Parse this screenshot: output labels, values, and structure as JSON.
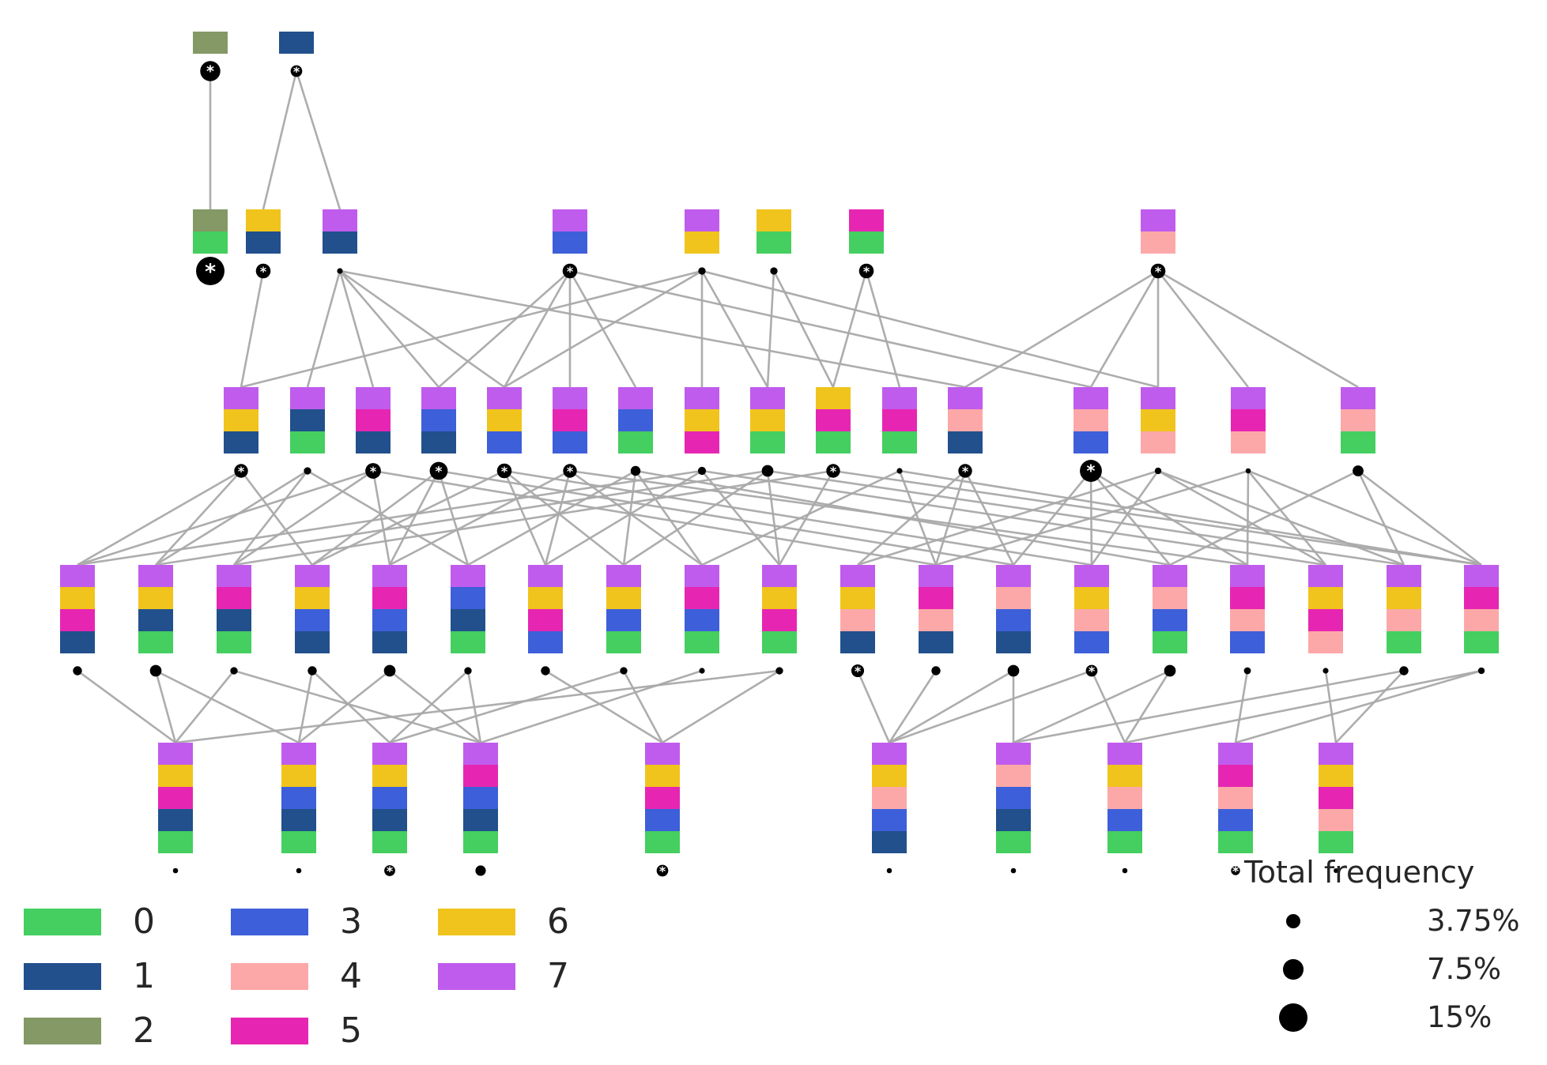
{
  "colors": {
    "0": "#44cf60",
    "1": "#21508c",
    "2": "#849966",
    "3": "#3d5fd9",
    "4": "#fda8a8",
    "5": "#e626b2",
    "6": "#f0c41c",
    "7": "#c05ced"
  },
  "edge_color": "#a9a9a9",
  "legend": {
    "items": [
      {
        "key": "0",
        "label": "0"
      },
      {
        "key": "1",
        "label": "1"
      },
      {
        "key": "2",
        "label": "2"
      },
      {
        "key": "3",
        "label": "3"
      },
      {
        "key": "4",
        "label": "4"
      },
      {
        "key": "5",
        "label": "5"
      },
      {
        "key": "6",
        "label": "6"
      },
      {
        "key": "7",
        "label": "7"
      }
    ]
  },
  "frequency_legend": {
    "title": "Total frequency",
    "entries": [
      {
        "label": "3.75%",
        "value": 3.75
      },
      {
        "label": "7.5%",
        "value": 7.5
      },
      {
        "label": "15%",
        "value": 15
      }
    ]
  },
  "star_symbol": "*",
  "levels": [
    [
      {
        "stack": [
          2
        ],
        "freq": 7.5,
        "star": true
      },
      {
        "stack": [
          1
        ],
        "freq": 2.5,
        "star": true
      }
    ],
    [
      {
        "stack": [
          2,
          0
        ],
        "freq": 15,
        "star": true
      },
      {
        "stack": [
          6,
          1
        ],
        "freq": 4,
        "star": true
      },
      {
        "stack": [
          7,
          1
        ],
        "freq": 0.6,
        "star": false
      },
      {
        "stack": [
          7,
          3
        ],
        "freq": 4,
        "star": true
      },
      {
        "stack": [
          7,
          6
        ],
        "freq": 1,
        "star": false
      },
      {
        "stack": [
          6,
          0
        ],
        "freq": 1,
        "star": false
      },
      {
        "stack": [
          5,
          0
        ],
        "freq": 4,
        "star": true
      },
      {
        "stack": [
          7,
          4
        ],
        "freq": 4,
        "star": true
      }
    ],
    [
      {
        "stack": [
          7,
          6,
          1
        ],
        "freq": 3.5,
        "star": true
      },
      {
        "stack": [
          7,
          1,
          0
        ],
        "freq": 1,
        "star": false
      },
      {
        "stack": [
          7,
          5,
          1
        ],
        "freq": 4.5,
        "star": true
      },
      {
        "stack": [
          7,
          3,
          1
        ],
        "freq": 6,
        "star": true
      },
      {
        "stack": [
          7,
          6,
          3
        ],
        "freq": 4,
        "star": true
      },
      {
        "stack": [
          7,
          5,
          3
        ],
        "freq": 3.5,
        "star": true
      },
      {
        "stack": [
          7,
          3,
          0
        ],
        "freq": 1.8,
        "star": false
      },
      {
        "stack": [
          7,
          6,
          5
        ],
        "freq": 1.2,
        "star": false
      },
      {
        "stack": [
          7,
          6,
          0
        ],
        "freq": 2.5,
        "star": false
      },
      {
        "stack": [
          6,
          5,
          0
        ],
        "freq": 3.5,
        "star": true
      },
      {
        "stack": [
          7,
          5,
          0
        ],
        "freq": 0.6,
        "star": false
      },
      {
        "stack": [
          7,
          4,
          1
        ],
        "freq": 3.5,
        "star": true
      },
      {
        "stack": [
          7,
          4,
          3
        ],
        "freq": 9,
        "star": true
      },
      {
        "stack": [
          7,
          6,
          4
        ],
        "freq": 0.8,
        "star": false
      },
      {
        "stack": [
          7,
          5,
          4
        ],
        "freq": 0.5,
        "star": false
      },
      {
        "stack": [
          7,
          4,
          0
        ],
        "freq": 2.2,
        "star": false
      }
    ],
    [
      {
        "stack": [
          7,
          6,
          5,
          1
        ],
        "freq": 1.5,
        "star": false
      },
      {
        "stack": [
          7,
          6,
          1,
          0
        ],
        "freq": 2.5,
        "star": false
      },
      {
        "stack": [
          7,
          5,
          1,
          0
        ],
        "freq": 1,
        "star": false
      },
      {
        "stack": [
          7,
          6,
          3,
          1
        ],
        "freq": 1.5,
        "star": false
      },
      {
        "stack": [
          7,
          5,
          3,
          1
        ],
        "freq": 2.5,
        "star": false
      },
      {
        "stack": [
          7,
          3,
          1,
          0
        ],
        "freq": 1,
        "star": false
      },
      {
        "stack": [
          7,
          6,
          5,
          3
        ],
        "freq": 1.5,
        "star": false
      },
      {
        "stack": [
          7,
          6,
          3,
          0
        ],
        "freq": 1,
        "star": false
      },
      {
        "stack": [
          7,
          5,
          3,
          0
        ],
        "freq": 0.6,
        "star": false
      },
      {
        "stack": [
          7,
          6,
          5,
          0
        ],
        "freq": 1,
        "star": false
      },
      {
        "stack": [
          7,
          6,
          4,
          1
        ],
        "freq": 3,
        "star": true
      },
      {
        "stack": [
          7,
          5,
          4,
          1
        ],
        "freq": 1.5,
        "star": false
      },
      {
        "stack": [
          7,
          4,
          3,
          1
        ],
        "freq": 2.5,
        "star": false
      },
      {
        "stack": [
          7,
          6,
          4,
          3
        ],
        "freq": 2.5,
        "star": true
      },
      {
        "stack": [
          7,
          4,
          3,
          0
        ],
        "freq": 2.5,
        "star": false
      },
      {
        "stack": [
          7,
          5,
          4,
          3
        ],
        "freq": 0.9,
        "star": false
      },
      {
        "stack": [
          7,
          6,
          5,
          4
        ],
        "freq": 0.6,
        "star": false
      },
      {
        "stack": [
          7,
          6,
          4,
          0
        ],
        "freq": 1.5,
        "star": false
      },
      {
        "stack": [
          7,
          5,
          4,
          0
        ],
        "freq": 0.8,
        "star": false
      }
    ],
    [
      {
        "stack": [
          7,
          6,
          5,
          1,
          0
        ],
        "freq": 0.5,
        "star": false
      },
      {
        "stack": [
          7,
          6,
          3,
          1,
          0
        ],
        "freq": 0.5,
        "star": false
      },
      {
        "stack": [
          7,
          6,
          3,
          1,
          0
        ],
        "freq": 2.2,
        "star": true
      },
      {
        "stack": [
          7,
          5,
          3,
          1,
          0
        ],
        "freq": 2,
        "star": false
      },
      {
        "stack": [
          7,
          6,
          5,
          3,
          0
        ],
        "freq": 2.5,
        "star": true
      },
      {
        "stack": [
          7,
          6,
          4,
          3,
          1
        ],
        "freq": 0.5,
        "star": false
      },
      {
        "stack": [
          7,
          4,
          3,
          1,
          0
        ],
        "freq": 0.5,
        "star": false
      },
      {
        "stack": [
          7,
          6,
          4,
          3,
          0
        ],
        "freq": 0.5,
        "star": false
      },
      {
        "stack": [
          7,
          5,
          4,
          3,
          0
        ],
        "freq": 1.5,
        "star": true
      },
      {
        "stack": [
          7,
          6,
          5,
          4,
          0
        ],
        "freq": 0.4,
        "star": false
      }
    ]
  ],
  "edges": [
    [
      [
        0,
        0
      ],
      [
        1,
        0
      ]
    ],
    [
      [
        0,
        1
      ],
      [
        1,
        1
      ]
    ],
    [
      [
        0,
        1
      ],
      [
        1,
        2
      ]
    ],
    [
      [
        1,
        1
      ],
      [
        2,
        0
      ]
    ],
    [
      [
        1,
        2
      ],
      [
        2,
        1
      ]
    ],
    [
      [
        1,
        2
      ],
      [
        2,
        2
      ]
    ],
    [
      [
        1,
        2
      ],
      [
        2,
        3
      ]
    ],
    [
      [
        1,
        2
      ],
      [
        2,
        4
      ]
    ],
    [
      [
        1,
        2
      ],
      [
        2,
        11
      ]
    ],
    [
      [
        1,
        3
      ],
      [
        2,
        3
      ]
    ],
    [
      [
        1,
        3
      ],
      [
        2,
        4
      ]
    ],
    [
      [
        1,
        3
      ],
      [
        2,
        5
      ]
    ],
    [
      [
        1,
        3
      ],
      [
        2,
        6
      ]
    ],
    [
      [
        1,
        3
      ],
      [
        2,
        12
      ]
    ],
    [
      [
        1,
        4
      ],
      [
        2,
        0
      ]
    ],
    [
      [
        1,
        4
      ],
      [
        2,
        4
      ]
    ],
    [
      [
        1,
        4
      ],
      [
        2,
        7
      ]
    ],
    [
      [
        1,
        4
      ],
      [
        2,
        8
      ]
    ],
    [
      [
        1,
        4
      ],
      [
        2,
        13
      ]
    ],
    [
      [
        1,
        5
      ],
      [
        2,
        8
      ]
    ],
    [
      [
        1,
        5
      ],
      [
        2,
        9
      ]
    ],
    [
      [
        1,
        6
      ],
      [
        2,
        9
      ]
    ],
    [
      [
        1,
        6
      ],
      [
        2,
        10
      ]
    ],
    [
      [
        1,
        7
      ],
      [
        2,
        11
      ]
    ],
    [
      [
        1,
        7
      ],
      [
        2,
        12
      ]
    ],
    [
      [
        1,
        7
      ],
      [
        2,
        13
      ]
    ],
    [
      [
        1,
        7
      ],
      [
        2,
        14
      ]
    ],
    [
      [
        1,
        7
      ],
      [
        2,
        15
      ]
    ],
    [
      [
        2,
        0
      ],
      [
        3,
        0
      ]
    ],
    [
      [
        2,
        0
      ],
      [
        3,
        1
      ]
    ],
    [
      [
        2,
        0
      ],
      [
        3,
        3
      ]
    ],
    [
      [
        2,
        1
      ],
      [
        3,
        1
      ]
    ],
    [
      [
        2,
        1
      ],
      [
        3,
        2
      ]
    ],
    [
      [
        2,
        1
      ],
      [
        3,
        5
      ]
    ],
    [
      [
        2,
        2
      ],
      [
        3,
        0
      ]
    ],
    [
      [
        2,
        2
      ],
      [
        3,
        2
      ]
    ],
    [
      [
        2,
        2
      ],
      [
        3,
        4
      ]
    ],
    [
      [
        2,
        2
      ],
      [
        3,
        11
      ]
    ],
    [
      [
        2,
        3
      ],
      [
        3,
        3
      ]
    ],
    [
      [
        2,
        3
      ],
      [
        3,
        4
      ]
    ],
    [
      [
        2,
        3
      ],
      [
        3,
        5
      ]
    ],
    [
      [
        2,
        3
      ],
      [
        3,
        12
      ]
    ],
    [
      [
        2,
        4
      ],
      [
        3,
        3
      ]
    ],
    [
      [
        2,
        4
      ],
      [
        3,
        6
      ]
    ],
    [
      [
        2,
        4
      ],
      [
        3,
        7
      ]
    ],
    [
      [
        2,
        4
      ],
      [
        3,
        13
      ]
    ],
    [
      [
        2,
        5
      ],
      [
        3,
        4
      ]
    ],
    [
      [
        2,
        5
      ],
      [
        3,
        6
      ]
    ],
    [
      [
        2,
        5
      ],
      [
        3,
        8
      ]
    ],
    [
      [
        2,
        5
      ],
      [
        3,
        15
      ]
    ],
    [
      [
        2,
        6
      ],
      [
        3,
        5
      ]
    ],
    [
      [
        2,
        6
      ],
      [
        3,
        7
      ]
    ],
    [
      [
        2,
        6
      ],
      [
        3,
        8
      ]
    ],
    [
      [
        2,
        6
      ],
      [
        3,
        14
      ]
    ],
    [
      [
        2,
        7
      ],
      [
        3,
        0
      ]
    ],
    [
      [
        2,
        7
      ],
      [
        3,
        6
      ]
    ],
    [
      [
        2,
        7
      ],
      [
        3,
        9
      ]
    ],
    [
      [
        2,
        7
      ],
      [
        3,
        16
      ]
    ],
    [
      [
        2,
        8
      ],
      [
        3,
        1
      ]
    ],
    [
      [
        2,
        8
      ],
      [
        3,
        7
      ]
    ],
    [
      [
        2,
        8
      ],
      [
        3,
        9
      ]
    ],
    [
      [
        2,
        8
      ],
      [
        3,
        17
      ]
    ],
    [
      [
        2,
        9
      ],
      [
        3,
        2
      ]
    ],
    [
      [
        2,
        9
      ],
      [
        3,
        9
      ]
    ],
    [
      [
        2,
        9
      ],
      [
        3,
        18
      ]
    ],
    [
      [
        2,
        10
      ],
      [
        3,
        8
      ]
    ],
    [
      [
        2,
        10
      ],
      [
        3,
        11
      ]
    ],
    [
      [
        2,
        10
      ],
      [
        3,
        18
      ]
    ],
    [
      [
        2,
        11
      ],
      [
        3,
        10
      ]
    ],
    [
      [
        2,
        11
      ],
      [
        3,
        11
      ]
    ],
    [
      [
        2,
        11
      ],
      [
        3,
        12
      ]
    ],
    [
      [
        2,
        12
      ],
      [
        3,
        12
      ]
    ],
    [
      [
        2,
        12
      ],
      [
        3,
        13
      ]
    ],
    [
      [
        2,
        12
      ],
      [
        3,
        14
      ]
    ],
    [
      [
        2,
        12
      ],
      [
        3,
        15
      ]
    ],
    [
      [
        2,
        13
      ],
      [
        3,
        10
      ]
    ],
    [
      [
        2,
        13
      ],
      [
        3,
        13
      ]
    ],
    [
      [
        2,
        13
      ],
      [
        3,
        16
      ]
    ],
    [
      [
        2,
        13
      ],
      [
        3,
        17
      ]
    ],
    [
      [
        2,
        14
      ],
      [
        3,
        11
      ]
    ],
    [
      [
        2,
        14
      ],
      [
        3,
        15
      ]
    ],
    [
      [
        2,
        14
      ],
      [
        3,
        16
      ]
    ],
    [
      [
        2,
        14
      ],
      [
        3,
        18
      ]
    ],
    [
      [
        2,
        15
      ],
      [
        3,
        14
      ]
    ],
    [
      [
        2,
        15
      ],
      [
        3,
        17
      ]
    ],
    [
      [
        2,
        15
      ],
      [
        3,
        18
      ]
    ],
    [
      [
        3,
        0
      ],
      [
        4,
        0
      ]
    ],
    [
      [
        3,
        1
      ],
      [
        4,
        0
      ]
    ],
    [
      [
        3,
        1
      ],
      [
        4,
        1
      ]
    ],
    [
      [
        3,
        2
      ],
      [
        4,
        0
      ]
    ],
    [
      [
        3,
        2
      ],
      [
        4,
        3
      ]
    ],
    [
      [
        3,
        3
      ],
      [
        4,
        1
      ]
    ],
    [
      [
        3,
        3
      ],
      [
        4,
        2
      ]
    ],
    [
      [
        3,
        4
      ],
      [
        4,
        1
      ]
    ],
    [
      [
        3,
        4
      ],
      [
        4,
        3
      ]
    ],
    [
      [
        3,
        5
      ],
      [
        4,
        2
      ]
    ],
    [
      [
        3,
        5
      ],
      [
        4,
        3
      ]
    ],
    [
      [
        3,
        6
      ],
      [
        4,
        4
      ]
    ],
    [
      [
        3,
        7
      ],
      [
        4,
        2
      ]
    ],
    [
      [
        3,
        7
      ],
      [
        4,
        4
      ]
    ],
    [
      [
        3,
        8
      ],
      [
        4,
        3
      ]
    ],
    [
      [
        3,
        9
      ],
      [
        4,
        0
      ]
    ],
    [
      [
        3,
        9
      ],
      [
        4,
        4
      ]
    ],
    [
      [
        3,
        10
      ],
      [
        4,
        5
      ]
    ],
    [
      [
        3,
        11
      ],
      [
        4,
        5
      ]
    ],
    [
      [
        3,
        12
      ],
      [
        4,
        5
      ]
    ],
    [
      [
        3,
        12
      ],
      [
        4,
        6
      ]
    ],
    [
      [
        3,
        13
      ],
      [
        4,
        5
      ]
    ],
    [
      [
        3,
        13
      ],
      [
        4,
        7
      ]
    ],
    [
      [
        3,
        14
      ],
      [
        4,
        6
      ]
    ],
    [
      [
        3,
        14
      ],
      [
        4,
        7
      ]
    ],
    [
      [
        3,
        15
      ],
      [
        4,
        8
      ]
    ],
    [
      [
        3,
        16
      ],
      [
        4,
        9
      ]
    ],
    [
      [
        3,
        17
      ],
      [
        4,
        6
      ]
    ],
    [
      [
        3,
        17
      ],
      [
        4,
        9
      ]
    ],
    [
      [
        3,
        18
      ],
      [
        4,
        7
      ]
    ],
    [
      [
        3,
        18
      ],
      [
        4,
        8
      ]
    ]
  ]
}
